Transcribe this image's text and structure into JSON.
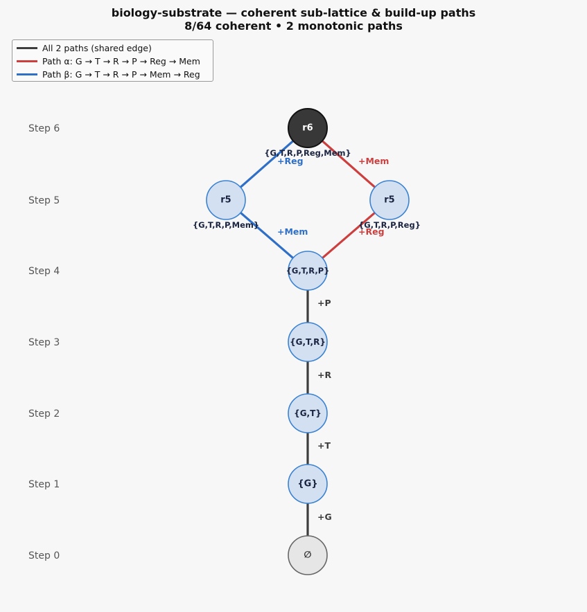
{
  "title": {
    "line1": "biology-substrate — coherent sub-lattice & build-up paths",
    "line2": "8/64 coherent  •  2 monotonic paths"
  },
  "legend": [
    {
      "label": "All 2 paths (shared edge)",
      "color": "#3d3d3d"
    },
    {
      "label": "Path α: G → T → R → P → Reg → Mem",
      "color": "#cc3f3f"
    },
    {
      "label": "Path β: G → T → R → P → Mem → Reg",
      "color": "#2f6fc6"
    }
  ],
  "steps": [
    "Step 0",
    "Step 1",
    "Step 2",
    "Step 3",
    "Step 4",
    "Step 5",
    "Step 6"
  ],
  "nodes": [
    {
      "id": "empty",
      "text": "∅",
      "sub": "",
      "kind": "empty"
    },
    {
      "id": "g",
      "text": "{G}",
      "sub": "",
      "kind": "normal"
    },
    {
      "id": "gt",
      "text": "{G,T}",
      "sub": "",
      "kind": "normal"
    },
    {
      "id": "gtr",
      "text": "{G,T,R}",
      "sub": "",
      "kind": "normal"
    },
    {
      "id": "gtrp",
      "text": "{G,T,R,P}",
      "sub": "",
      "kind": "normal"
    },
    {
      "id": "r5a",
      "text": "r5",
      "sub": "{G,T,R,P,Mem}",
      "kind": "normal"
    },
    {
      "id": "r5b",
      "text": "r5",
      "sub": "{G,T,R,P,Reg}",
      "kind": "normal"
    },
    {
      "id": "r6",
      "text": "r6",
      "sub": "{G,T,R,P,Reg,Mem}",
      "kind": "top"
    }
  ],
  "edges": [
    {
      "from": "empty",
      "to": "g",
      "label": "+G",
      "color": "#3d3d3d"
    },
    {
      "from": "g",
      "to": "gt",
      "label": "+T",
      "color": "#3d3d3d"
    },
    {
      "from": "gt",
      "to": "gtr",
      "label": "+R",
      "color": "#3d3d3d"
    },
    {
      "from": "gtr",
      "to": "gtrp",
      "label": "+P",
      "color": "#3d3d3d"
    },
    {
      "from": "gtrp",
      "to": "r5a",
      "label": "+Mem",
      "color": "#2f6fc6"
    },
    {
      "from": "gtrp",
      "to": "r5b",
      "label": "+Reg",
      "color": "#cc3f3f"
    },
    {
      "from": "r5a",
      "to": "r6",
      "label": "+Reg",
      "color": "#2f6fc6"
    },
    {
      "from": "r5b",
      "to": "r6",
      "label": "+Mem",
      "color": "#cc3f3f"
    }
  ],
  "colors": {
    "node_fill": "#d3e0f1",
    "node_stroke": "#3b82d0",
    "empty_fill": "#e6e6e6",
    "empty_stroke": "#666666",
    "top_fill": "#383838",
    "top_stroke": "#111111"
  }
}
